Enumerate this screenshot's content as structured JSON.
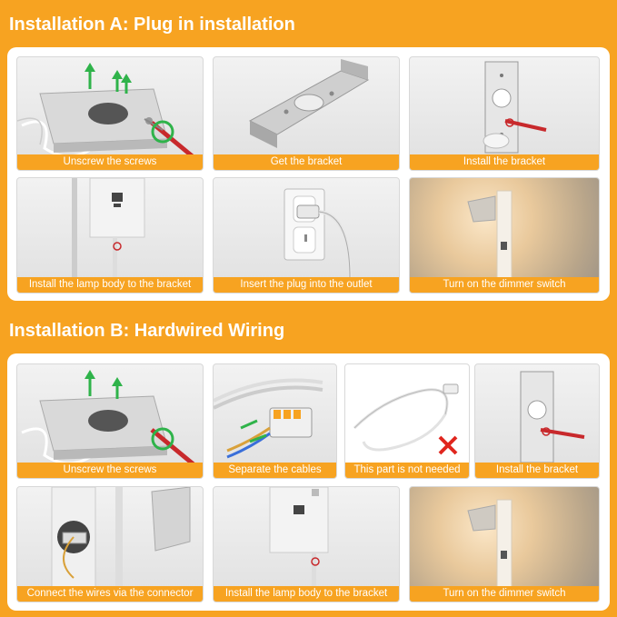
{
  "sectionA": {
    "title": "Installation A: Plug in installation",
    "steps": [
      "Unscrew the screws",
      "Get the bracket",
      "Install the bracket",
      "Install the lamp body to the bracket",
      "Insert the plug into the outlet",
      "Turn on the dimmer switch"
    ]
  },
  "sectionB": {
    "title": "Installation B: Hardwired Wiring",
    "steps": [
      "Unscrew the screws",
      "Separate the cables",
      "This part is not needed",
      "Install the bracket",
      "Connect the wires via the connector",
      "Install the lamp body to the bracket",
      "Turn on the dimmer switch"
    ]
  },
  "colors": {
    "accent": "#F7A321",
    "arrow": "#2fb34a",
    "cross": "#e0261e"
  }
}
